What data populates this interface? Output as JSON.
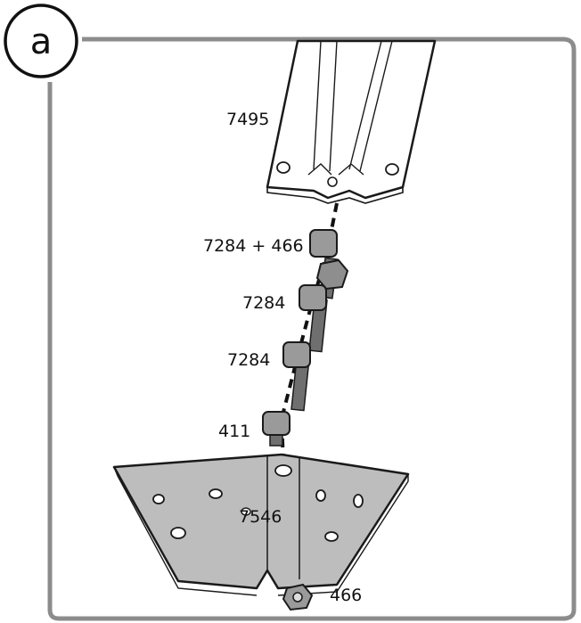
{
  "step": {
    "letter": "a"
  },
  "parts": [
    {
      "id": "profile",
      "label": "7495",
      "name": "aluminium-profile"
    },
    {
      "id": "bolt-nut",
      "label": "7284 + 466",
      "name": "bolt-with-nut"
    },
    {
      "id": "bolt-2",
      "label": "7284",
      "name": "bolt"
    },
    {
      "id": "bolt-3",
      "label": "7284",
      "name": "bolt"
    },
    {
      "id": "short-bolt",
      "label": "411",
      "name": "short-bolt"
    },
    {
      "id": "plate",
      "label": "7546",
      "name": "connector-plate"
    },
    {
      "id": "nut",
      "label": "466",
      "name": "hex-nut"
    }
  ],
  "colors": {
    "outline": "#1a1a1a",
    "frame": "#8c8c8c",
    "plate_fill": "#bdbdbd",
    "bolt_head": "#9a9a9a",
    "profile_fill": "#ffffff"
  }
}
